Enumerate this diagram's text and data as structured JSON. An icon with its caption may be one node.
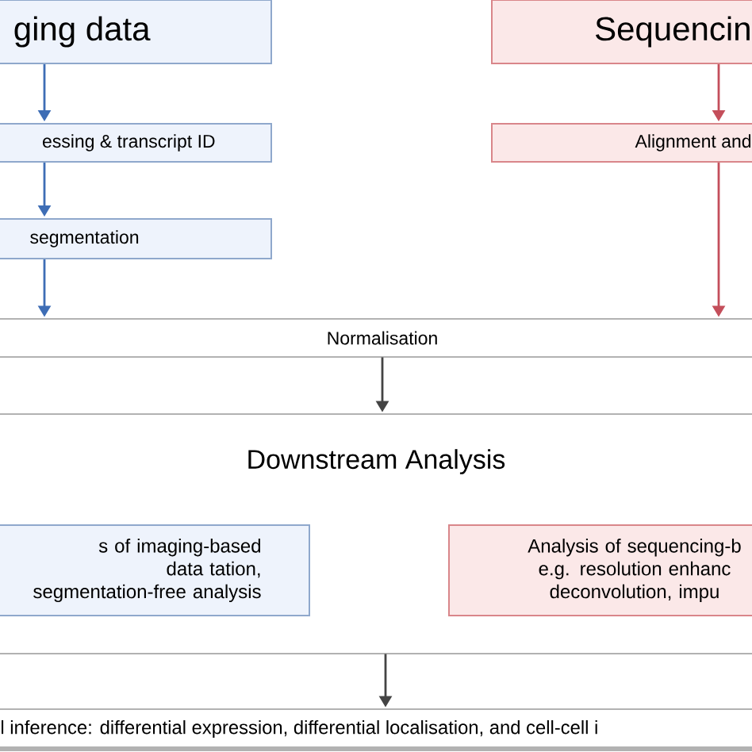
{
  "diagram": {
    "nodes": [
      {
        "text": [
          "ging data"
        ]
      },
      {
        "text": [
          "Sequencin"
        ]
      },
      {
        "text": [
          "essing & transcript ID"
        ]
      },
      {
        "text": [
          "Alignment and"
        ]
      },
      {
        "text": [
          "segmentation"
        ]
      },
      {
        "text": [
          "Normalisation"
        ]
      },
      {
        "text": [
          "Downstream Analysis"
        ]
      },
      {
        "text": [
          "s of imaging-based data tation, segmentation-free analysis"
        ],
        "in": 6
      },
      {
        "text": [
          "Analysis of sequencing-b e.g. resolution enhanc deconvolution, impu"
        ],
        "in": 6
      },
      {
        "text": [
          "l inference: differential expression, differential localisation, and cell-cell i"
        ]
      }
    ],
    "edges": [
      {
        "from": 0,
        "to": 2,
        "arrow": "to",
        "color": "#3e6db5"
      },
      {
        "from": 2,
        "to": 4,
        "arrow": "to",
        "color": "#3e6db5"
      },
      {
        "from": 4,
        "to": 5,
        "arrow": "to",
        "color": "#3e6db5"
      },
      {
        "from": 1,
        "to": 3,
        "arrow": "to",
        "color": "#c44f5b"
      },
      {
        "from": 3,
        "to": 5,
        "arrow": "to",
        "color": "#c44f5b"
      },
      {
        "from": 5,
        "to": 6,
        "arrow": "to",
        "color": "#444444"
      },
      {
        "from": 6,
        "to": 9,
        "arrow": "to",
        "color": "#444444"
      }
    ]
  }
}
